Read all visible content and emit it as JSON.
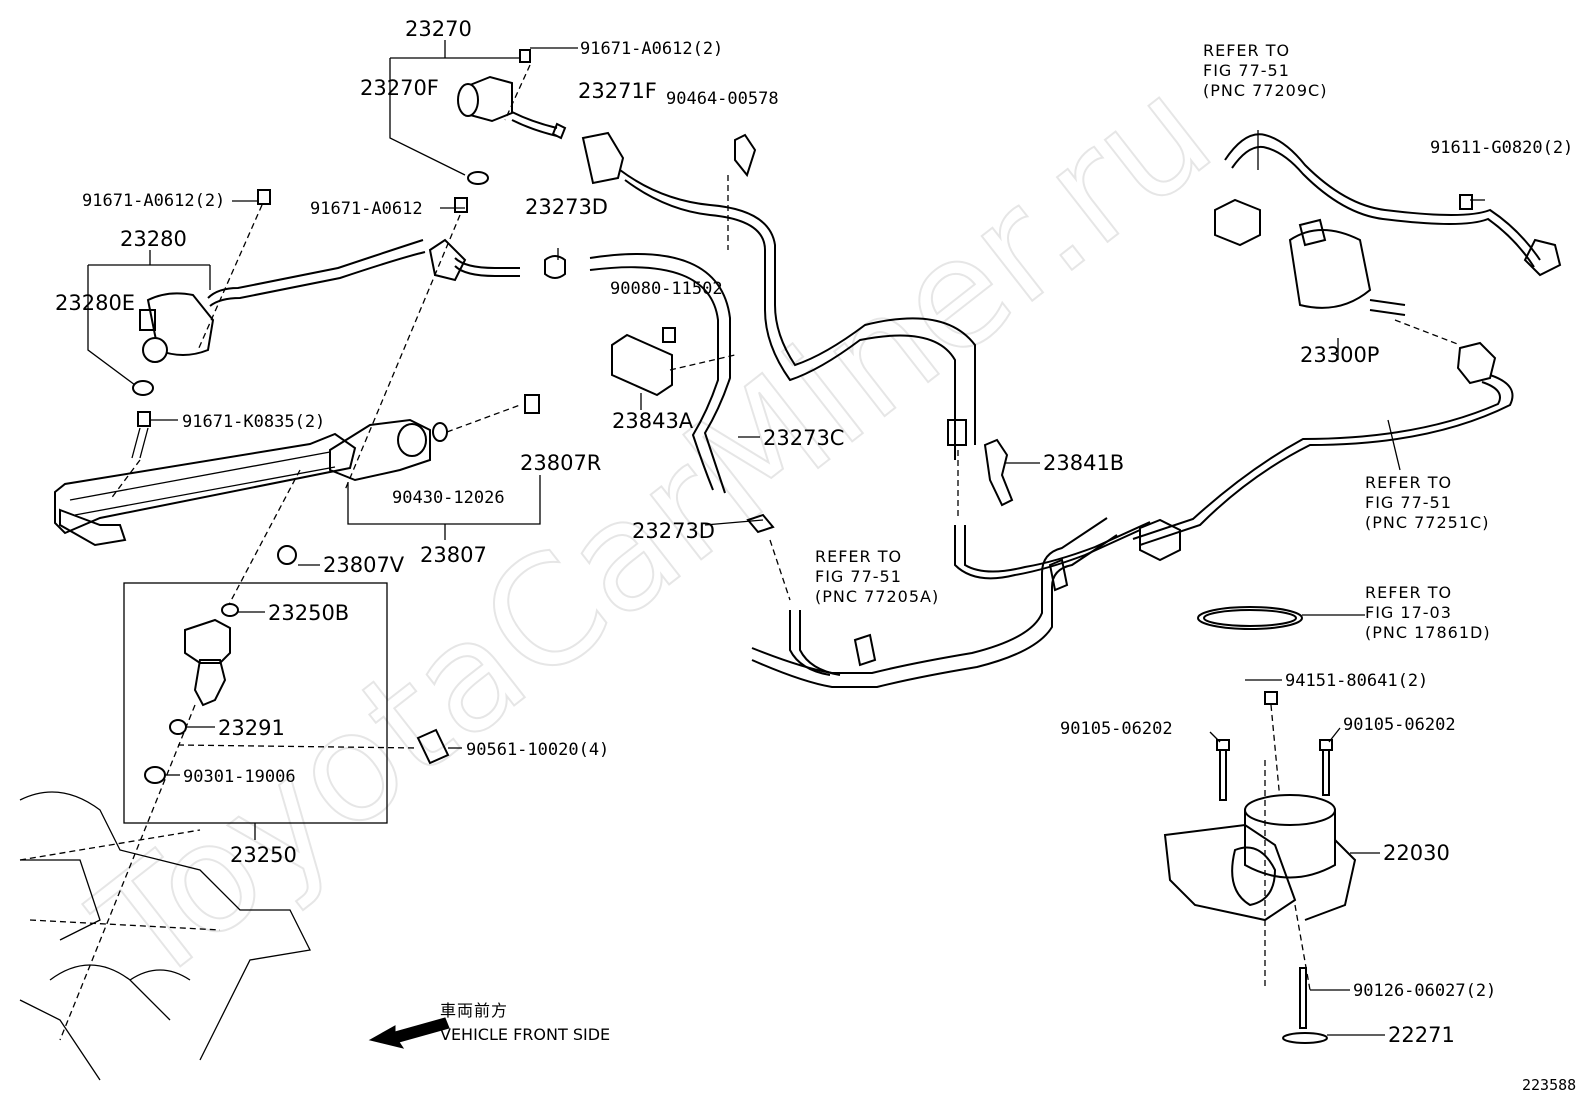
{
  "watermark": "ToyotaCarMiner.ru",
  "diagram_id": "223588",
  "direction": {
    "jp": "車両前方",
    "en": "VEHICLE FRONT SIDE"
  },
  "labels": {
    "p23270": "23270",
    "p23270F": "23270F",
    "p91671_A0612_2_top": "91671-A0612(2)",
    "p91671_A0612_2_left": "91671-A0612(2)",
    "p91671_A0612": "91671-A0612",
    "p23280": "23280",
    "p23280E": "23280E",
    "p91671_K0835_2": "91671-K0835(2)",
    "p90430_12026": "90430-12026",
    "p23807R": "23807R",
    "p23807": "23807",
    "p23807V": "23807V",
    "p23250B": "23250B",
    "p23291": "23291",
    "p90301_19006": "90301-19006",
    "p90561_10020_4": "90561-10020(4)",
    "p23250": "23250",
    "p23271F": "23271F",
    "p90464_00578": "90464-00578",
    "p23273D_top": "23273D",
    "p90080_11502": "90080-11502",
    "p23843A": "23843A",
    "p23273C": "23273C",
    "p23273D_mid": "23273D",
    "p23841B": "23841B",
    "p23300P": "23300P",
    "p91611_G0820_2": "91611-G0820(2)",
    "p94151_80641_2": "94151-80641(2)",
    "p90105_06202_left": "90105-06202",
    "p90105_06202_right": "90105-06202",
    "p22030": "22030",
    "p90126_06027_2": "90126-06027(2)",
    "p22271": "22271"
  },
  "refs": {
    "r77209C": {
      "l1": "REFER TO",
      "l2": "FIG 77-51",
      "l3": "(PNC 77209C)"
    },
    "r77251C": {
      "l1": "REFER TO",
      "l2": "FIG 77-51",
      "l3": "(PNC 77251C)"
    },
    "r77205A": {
      "l1": "REFER TO",
      "l2": "FIG 77-51",
      "l3": "(PNC 77205A)"
    },
    "r17861D": {
      "l1": "REFER TO",
      "l2": "FIG 17-03",
      "l3": "(PNC 17861D)"
    }
  }
}
